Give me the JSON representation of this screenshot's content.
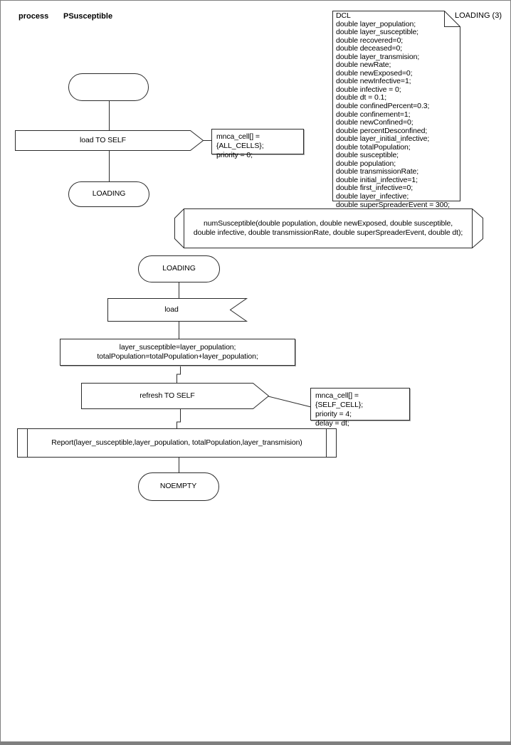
{
  "page": {
    "title_keyword": "process",
    "title_name": "PSusceptible",
    "page_label": "LOADING (3)"
  },
  "colors": {
    "stroke": "#2b2b2b",
    "page_border": "#7f7f7f",
    "note_shadow": "#a8a8a8",
    "background": "#ffffff"
  },
  "dcl": {
    "text": "DCL\ndouble layer_population;\ndouble layer_susceptible;\ndouble recovered=0;\ndouble deceased=0;\ndouble layer_transmision;\ndouble newRate;\ndouble newExposed=0;\ndouble newInfective=1;\ndouble infective = 0;\ndouble dt = 0.1;\ndouble confinedPercent=0.3;\ndouble confinement=1;\ndouble newConfined=0;\ndouble percentDesconfined;\ndouble layer_initial_infective;\ndouble totalPopulation;\ndouble susceptible;\ndouble population;\ndouble transmissionRate;\ndouble initial_infective=1;\ndouble first_infective=0;\ndouble layer_infective;\ndouble superSpreaderEvent = 300;"
  },
  "flow": {
    "output_load": {
      "label": "load TO SELF"
    },
    "comment_load": {
      "text": "mnca_cell[] = {ALL_CELLS};\npriority = 0;"
    },
    "state_loading1": {
      "label": "LOADING"
    },
    "procedure_decl": {
      "text": "numSusceptible(double population, double newExposed, double susceptible,\ndouble infective, double transmissionRate, double superSpreaderEvent, double dt);"
    },
    "state_loading2": {
      "label": "LOADING"
    },
    "input_load": {
      "label": "load"
    },
    "task_assign": {
      "text": "layer_susceptible=layer_population;\ntotalPopulation=totalPopulation+layer_population;"
    },
    "output_refresh": {
      "label": "refresh TO SELF"
    },
    "comment_refresh": {
      "text": "mnca_cell[] = {SELF_CELL};\npriority = 4;\ndelay = dt;"
    },
    "call_report": {
      "label": "Report(layer_susceptible,layer_population, totalPopulation,layer_transmision)"
    },
    "state_noempty": {
      "label": "NOEMPTY"
    }
  }
}
